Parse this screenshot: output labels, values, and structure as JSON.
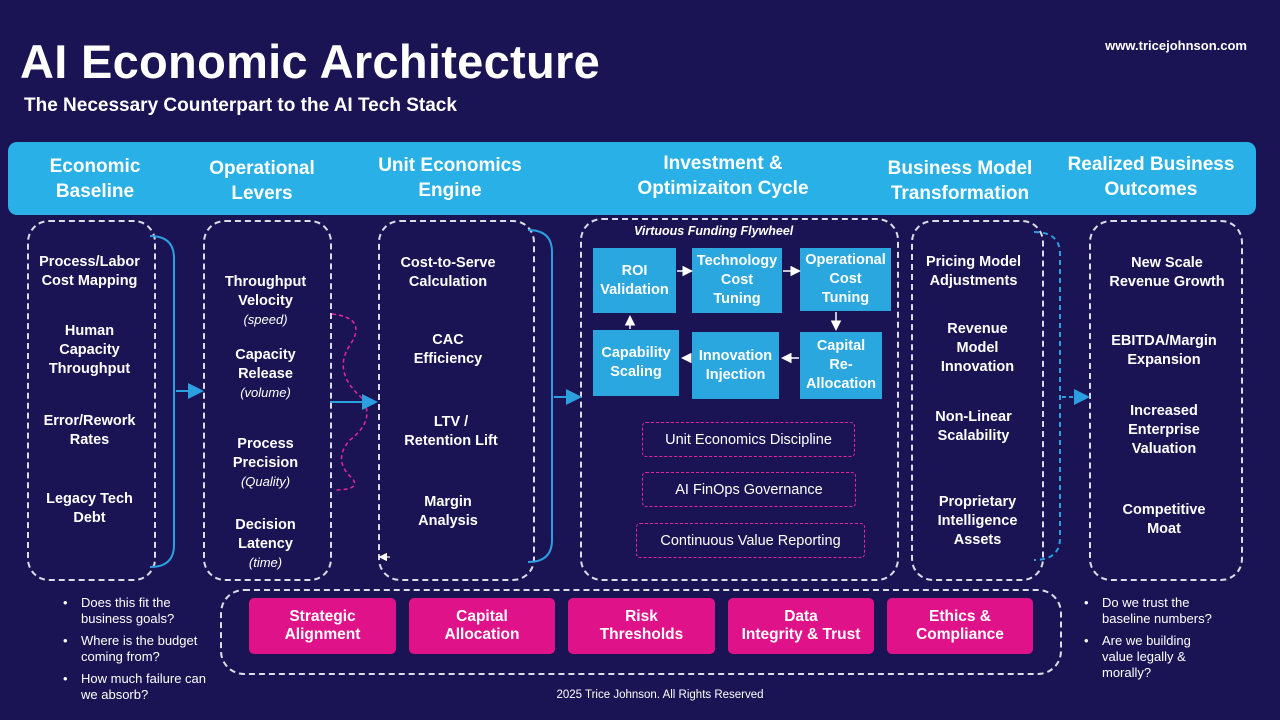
{
  "title": "AI Economic Architecture",
  "subtitle": "The Necessary Counterpart to the AI Tech Stack",
  "website": "www.tricejohnson.com",
  "columns": [
    {
      "header": "Economic\nBaseline",
      "items": [
        "Process/Labor\nCost Mapping",
        "Human\nCapacity\nThroughput",
        "Error/Rework\nRates",
        "Legacy Tech\nDebt"
      ]
    },
    {
      "header": "Operational\nLevers",
      "items": [
        {
          "label": "Throughput\nVelocity",
          "note": "(speed)"
        },
        {
          "label": "Capacity\nRelease",
          "note": "(volume)"
        },
        {
          "label": "Process\nPrecision",
          "note": "(Quality)"
        },
        {
          "label": "Decision\nLatency",
          "note": "(time)"
        }
      ]
    },
    {
      "header": "Unit Economics\nEngine",
      "items": [
        "Cost-to-Serve\nCalculation",
        "CAC\nEfficiency",
        "LTV /\nRetention Lift",
        "Margin\nAnalysis"
      ]
    },
    {
      "header": "Investment &\nOptimizaiton Cycle"
    },
    {
      "header": "Business Model\nTransformation",
      "items": [
        "Pricing Model\nAdjustments",
        "Revenue\nModel\nInnovation",
        "Non-Linear\nScalability",
        "Proprietary\nIntelligence\nAssets"
      ]
    },
    {
      "header": "Realized Business\nOutcomes",
      "items": [
        "New Scale\nRevenue Growth",
        "EBITDA/Margin\nExpansion",
        "Increased\nEnterprise\nValuation",
        "Competitive\nMoat"
      ]
    }
  ],
  "flywheel": {
    "title": "Virtuous Funding Flywheel",
    "boxes": [
      "ROI\nValidation",
      "Technology\nCost\nTuning",
      "Operational\nCost\nTuning",
      "Capital\nRe-\nAllocation",
      "Innovation\nInjection",
      "Capability\nScaling"
    ],
    "disciplines": [
      "Unit Economics Discipline",
      "AI FinOps Governance",
      "Continuous Value Reporting"
    ]
  },
  "governance": [
    "Strategic\nAlignment",
    "Capital\nAllocation",
    "Risk\nThresholds",
    "Data\nIntegrity & Trust",
    "Ethics &\nCompliance"
  ],
  "questions_left": [
    "Does this fit the business goals?",
    "Where is the budget coming from?",
    " How much failure can we absorb?"
  ],
  "questions_right": [
    " Do we trust the baseline numbers?",
    " Are we building value legally & morally?"
  ],
  "footer": "2025 Trice Johnson. All Rights Reserved",
  "colors": {
    "background": "#1a1454",
    "header_band": "#29b0e6",
    "flywheel_box": "#2ba7e0",
    "governance_pink": "#e0128a",
    "connector_blue": "#2b9fe0",
    "dashed_pink": "#e8239b"
  }
}
